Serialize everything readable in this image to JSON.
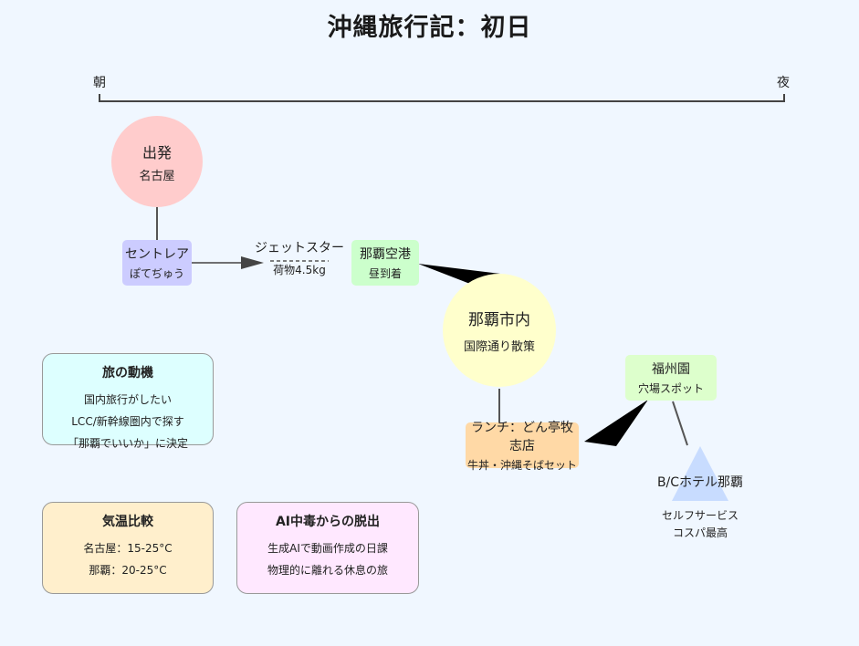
{
  "title": "沖縄旅行記：初日",
  "timeline": {
    "start_label": "朝",
    "end_label": "夜"
  },
  "nodes": {
    "departure": {
      "title": "出発",
      "sub": "名古屋"
    },
    "centrair": {
      "title": "セントレア",
      "sub": "ぽてぢゅう"
    },
    "jetstar": {
      "title": "ジェットスター",
      "sub": "荷物4.5kg"
    },
    "naha_airport": {
      "title": "那覇空港",
      "sub": "昼到着"
    },
    "naha_city": {
      "title": "那覇市内",
      "sub": "国際通り散策"
    },
    "fukushuen": {
      "title": "福州園",
      "sub": "穴場スポット"
    },
    "lunch": {
      "title": "ランチ：どん亭牧志店",
      "sub": "牛丼・沖縄そばセット"
    },
    "hotel": {
      "title": "B/Cホテル那覇",
      "line1": "セルフサービス",
      "line2": "コスパ最高"
    }
  },
  "cards": {
    "motive": {
      "title": "旅の動機",
      "lines": [
        "国内旅行がしたい",
        "LCC/新幹線圏内で探す",
        "「那覇でいいか」に決定"
      ]
    },
    "temperature": {
      "title": "気温比較",
      "lines": [
        "名古屋：15-25°C",
        "那覇：20-25°C"
      ]
    },
    "ai_escape": {
      "title": "AI中毒からの脱出",
      "lines": [
        "生成AIで動画作成の日課",
        "物理的に離れる休息の旅"
      ]
    }
  },
  "colors": {
    "background": "#f0f7ff",
    "departure": "#ffcccc",
    "centrair": "#ccccff",
    "naha_airport": "#ccffcc",
    "naha_city": "#ffffcc",
    "fukushuen": "#ddffcc",
    "lunch": "#ffd9a6",
    "hotel": "#c8dcff",
    "card_motive": "#ddffff",
    "card_temperature": "#ffefcc",
    "card_ai": "#ffe8ff"
  }
}
